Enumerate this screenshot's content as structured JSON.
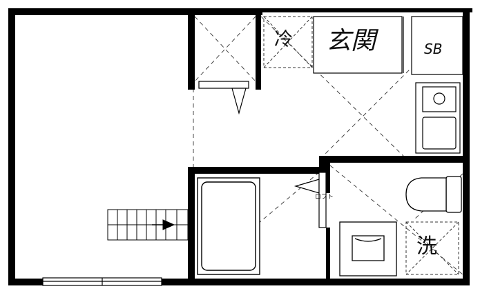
{
  "labels": {
    "refrigerator": "冷",
    "entrance": "玄関",
    "shoe_box": "SB",
    "loft": "ロフト",
    "washer": "洗"
  },
  "colors": {
    "wall": "#000000",
    "line": "#333333",
    "background": "#ffffff"
  }
}
